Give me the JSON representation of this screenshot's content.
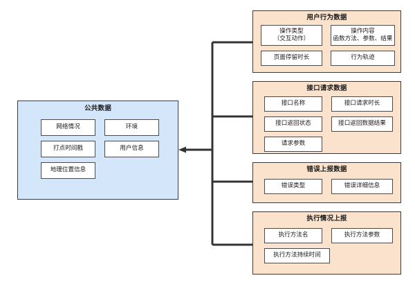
{
  "diagram": {
    "type": "tree-mindmap",
    "orientation": "right-to-left-arrow",
    "colors": {
      "root_fill": "#d4e6f9",
      "branch_fill": "#fae2cc",
      "node_fill": "#ffffff",
      "border": "#3a3a3a",
      "connector": "#333333",
      "background": "#ffffff"
    },
    "root": {
      "title": "公共数据",
      "nodes": [
        {
          "label": "网络情况"
        },
        {
          "label": "环境"
        },
        {
          "label": "打点时间戳"
        },
        {
          "label": "用户信息"
        },
        {
          "label": "地理位置信息"
        }
      ]
    },
    "branches": [
      {
        "title": "用户行为数据",
        "nodes": [
          {
            "label": "操作类型\n（交互动作）"
          },
          {
            "label": "操作内容\n函数方法、参数、结果"
          },
          {
            "label": "页面停留时长"
          },
          {
            "label": "行为轨迹"
          }
        ]
      },
      {
        "title": "接口请求数据",
        "nodes": [
          {
            "label": "接口名称"
          },
          {
            "label": "接口请求时长"
          },
          {
            "label": "接口返回状态"
          },
          {
            "label": "接口返回数据结果"
          },
          {
            "label": "请求参数"
          }
        ]
      },
      {
        "title": "错误上报数据",
        "nodes": [
          {
            "label": "错误类型"
          },
          {
            "label": "错误详细信息"
          }
        ]
      },
      {
        "title": "执行情况上报",
        "nodes": [
          {
            "label": "执行方法名"
          },
          {
            "label": "执行方法参数"
          },
          {
            "label": "执行方法持续时间"
          }
        ]
      }
    ]
  }
}
